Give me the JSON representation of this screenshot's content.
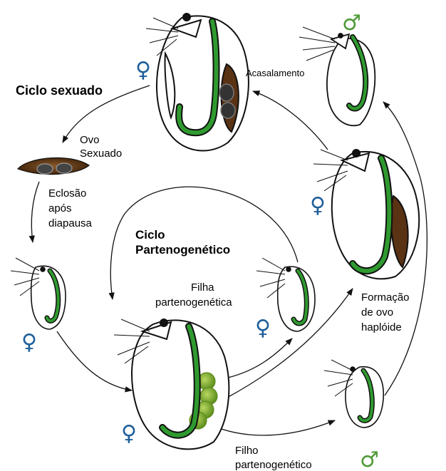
{
  "labels": {
    "sexual_cycle": "Ciclo sexuado",
    "mating": "Acasalamento",
    "sexual_egg_1": "Ovo",
    "sexual_egg_2": "Sexuado",
    "hatching_1": "Eclosão",
    "hatching_2": "após",
    "hatching_3": "diapausa",
    "parthenogenetic_cycle_1": "Ciclo",
    "parthenogenetic_cycle_2": "Partenogenético",
    "daughter_1": "Filha",
    "daughter_2": "partenogenética",
    "haploid_1": "Formação",
    "haploid_2": "de ovo",
    "haploid_3": "haplóide",
    "son_1": "Filho",
    "son_2": "partenogenético"
  },
  "symbols": {
    "female": "♀",
    "male": "♂"
  },
  "colors": {
    "gut": "#2f9a2f",
    "male_symbol": "#4f9a36",
    "female_symbol": "#1f5f9a",
    "brown_egg": "#5a3214",
    "green_egg": "#86b634",
    "outline": "#111111"
  }
}
